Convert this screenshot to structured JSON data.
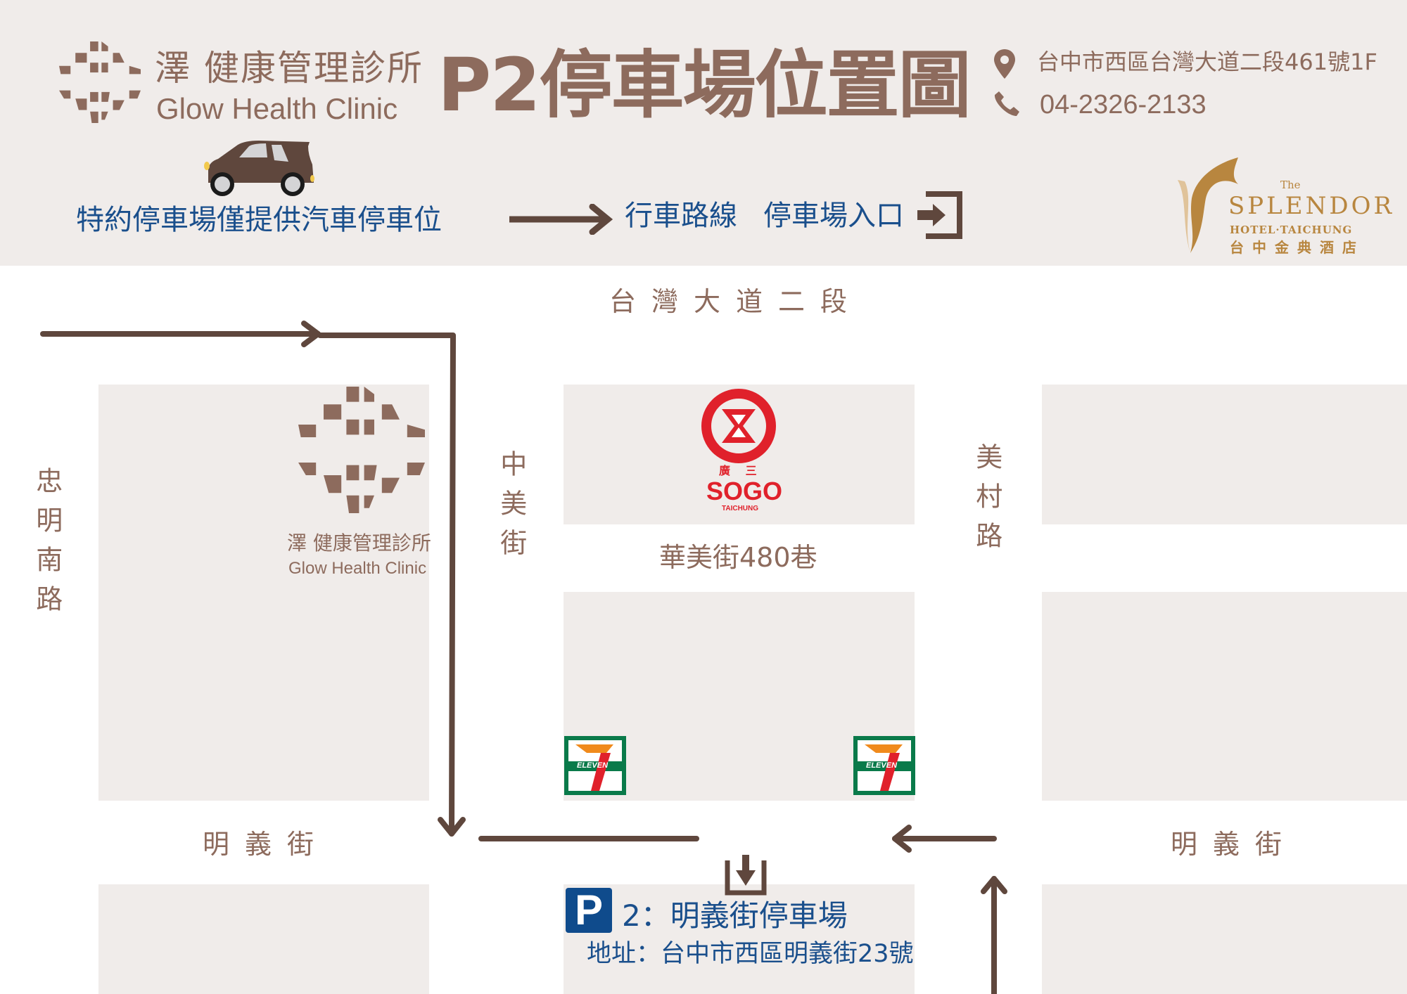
{
  "header": {
    "clinic_name_zh": "澤 健康管理診所",
    "clinic_name_en": "Glow Health Clinic",
    "title": "P2停車場位置圖",
    "address": "台中市西區台灣大道二段461號1F",
    "phone": "04-2326-2133",
    "parking_note": "特約停車場僅提供汽車停車位",
    "legend_route": "行車路線",
    "legend_entrance": "停車場入口",
    "hotel_logo": {
      "the": "The",
      "name": "SPLENDOR",
      "sub": "HOTEL·TAICHUNG",
      "zh": "台中金典酒店"
    },
    "icons": {
      "address": "location-pin-icon",
      "phone": "phone-icon",
      "car": "car-icon",
      "route": "arrow-right-icon",
      "entrance": "enter-icon"
    }
  },
  "map": {
    "streets": {
      "top": "台灣大道二段",
      "left": "忠明南路",
      "middle": "中美街",
      "right": "美村路",
      "lane": "華美街480巷",
      "bottom_left": "明義街",
      "bottom_right": "明義街"
    },
    "landmarks": {
      "clinic_zh": "澤 健康管理診所",
      "clinic_en": "Glow Health Clinic",
      "sogo_zh": "廣 三",
      "sogo": "SOGO",
      "sogo_city": "TAICHUNG",
      "seven_eleven": "ELEVEN"
    },
    "parking": {
      "label": "2：明義街停車場",
      "address": "地址：台中市西區明義街23號",
      "icon_letter": "P"
    }
  },
  "colors": {
    "brand_brown": "#8d6b5d",
    "route_brown": "#5f473d",
    "text_blue": "#1a4f8c",
    "block_bg": "#f0ecea",
    "sogo_red": "#e0212b",
    "hotel_gold": "#b8863f"
  }
}
